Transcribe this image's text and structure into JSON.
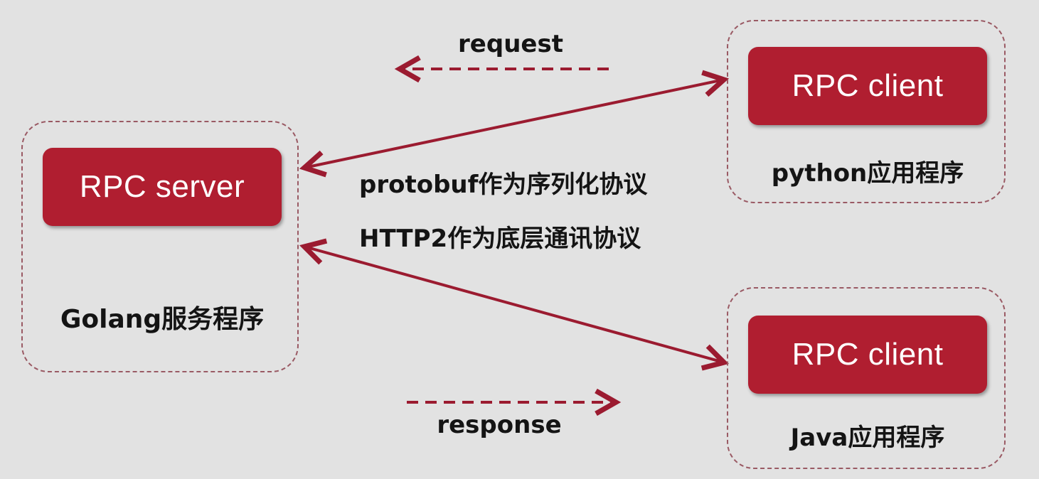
{
  "server_group": {
    "node_label": "RPC server",
    "caption": "Golang服务程序"
  },
  "client_python_group": {
    "node_label": "RPC client",
    "caption": "python应用程序"
  },
  "client_java_group": {
    "node_label": "RPC client",
    "caption": "Java应用程序"
  },
  "edge_labels": {
    "request": "request",
    "response": "response",
    "serialization": "protobuf作为序列化协议",
    "transport": "HTTP2作为底层通讯协议"
  },
  "colors": {
    "node_fill": "#b01e30",
    "arrow": "#9b1b30",
    "group_border": "#9a5a64",
    "background": "#e2e2e2"
  }
}
